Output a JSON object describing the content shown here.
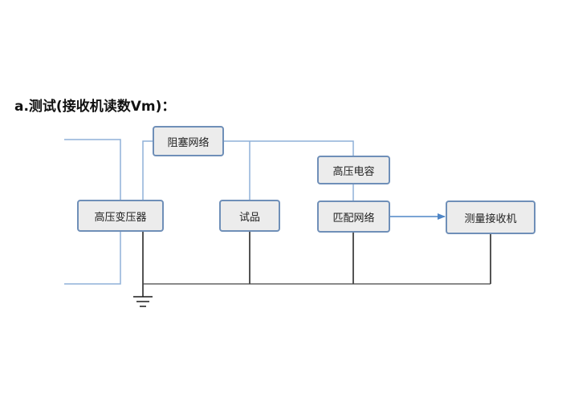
{
  "title": "a.测试(接收机读数Vm)：",
  "blocks": {
    "blocking_network": "阻塞网络",
    "hv_capacitor": "高压电容",
    "hv_transformer": "高压变压器",
    "specimen": "试品",
    "matching_network": "匹配网络",
    "measuring_receiver": "测量接收机"
  },
  "colors": {
    "box_fill": "#ececec",
    "box_border": "#6f8fb8",
    "wire_blue": "#8fb0d8",
    "wire_black": "#1a1a1a",
    "arrow": "#4f86c6"
  }
}
